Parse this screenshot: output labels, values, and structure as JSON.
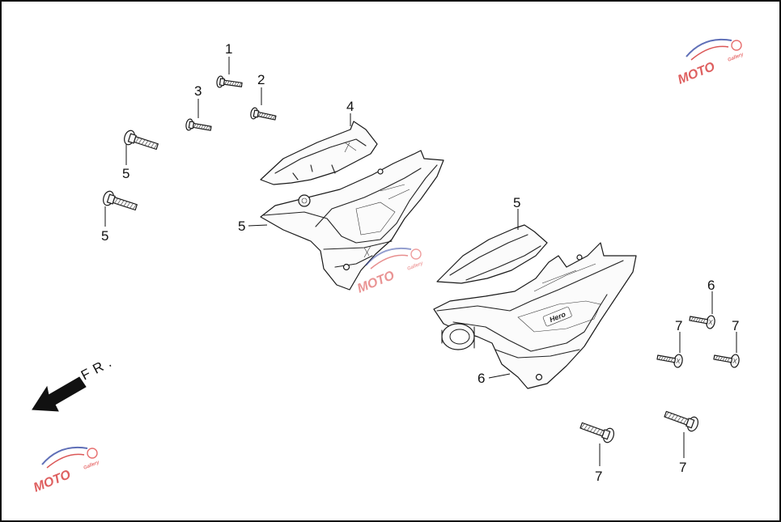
{
  "diagram": {
    "front_label": "FR.",
    "callouts": [
      {
        "id": "c1",
        "text": "1"
      },
      {
        "id": "c2",
        "text": "2"
      },
      {
        "id": "c3",
        "text": "3"
      },
      {
        "id": "c4",
        "text": "4"
      },
      {
        "id": "c5a",
        "text": "5"
      },
      {
        "id": "c5b",
        "text": "5"
      },
      {
        "id": "c5c",
        "text": "5"
      },
      {
        "id": "c5d",
        "text": "5"
      },
      {
        "id": "c6a",
        "text": "6"
      },
      {
        "id": "c6b",
        "text": "6"
      },
      {
        "id": "c7a",
        "text": "7"
      },
      {
        "id": "c7b",
        "text": "7"
      },
      {
        "id": "c7c",
        "text": "7"
      },
      {
        "id": "c7d",
        "text": "7"
      }
    ],
    "part_logo_text": "Hero",
    "watermark": {
      "brand": "MOTO",
      "sub": "Gallery"
    }
  }
}
